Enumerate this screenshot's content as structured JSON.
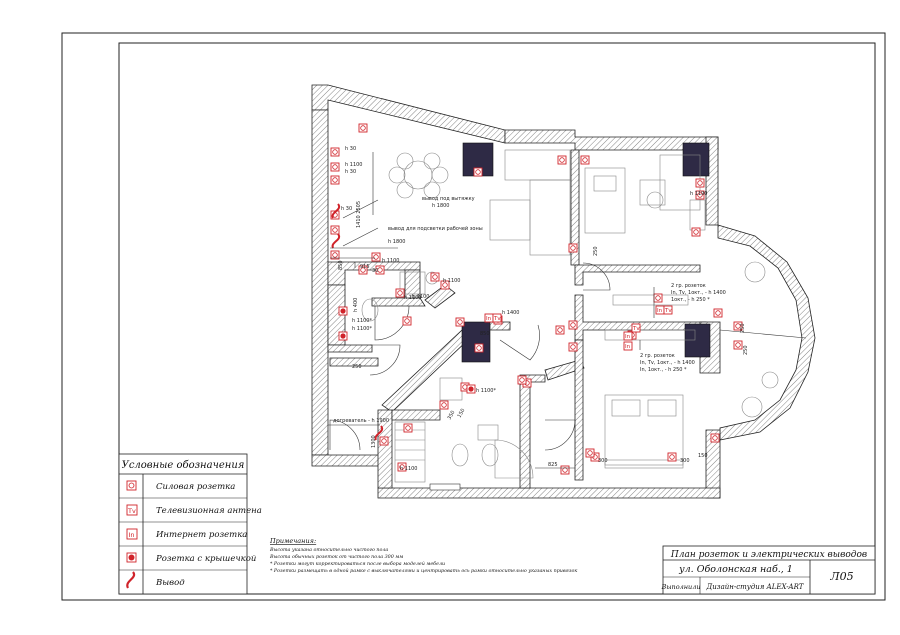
{
  "legend": {
    "title": "Условные обозначения",
    "items": [
      {
        "icon": "power-socket-icon",
        "label": "Силовая розетка"
      },
      {
        "icon": "tv-antenna-icon",
        "symbol": "Tv",
        "label": "Телевизионная антена"
      },
      {
        "icon": "internet-socket-icon",
        "symbol": "In",
        "label": "Интернет розетка"
      },
      {
        "icon": "covered-socket-icon",
        "label": "Розетка с крышечкой"
      },
      {
        "icon": "outlet-wire-icon",
        "label": "Вывод"
      }
    ]
  },
  "notes": {
    "title": "Примечания:",
    "lines": [
      "Высота указана относительно чистого пола",
      "Высота обычных розеток от чистого пола 300 мм",
      "*   Розетки могут корректироваться после выбора моделей мебели",
      "*   Розетки размещать в одной рамке с выключателями и центрировать ось рамки относительно указаных привязок"
    ]
  },
  "title_block": {
    "title": "План розеток и электрических выводов",
    "address": "ул. Оболонская наб., 1",
    "performed_label": "Выполнили",
    "studio": "Дизайн-студия ALEX-ART",
    "sheet": "Л05"
  },
  "plan_labels": {
    "hood": "вывод под вытяжку",
    "hood_h": "h 1800",
    "work_light": "вывод для подсветки рабочей зоны",
    "work_light_h": "h 1800",
    "h30": "h 30",
    "h1100a": "h 1100",
    "h30b": "h 30",
    "h30c": "h 30",
    "dims_left": "1410  2505",
    "d850": "850",
    "d915": "915",
    "d30": "30",
    "h1100b": "h 1100",
    "h1100c": "h 1100",
    "h1100d": "h 1100",
    "h1100e": "h 1100",
    "h400": "h 400",
    "h1100f": "h 1100*",
    "h1100g": "h 1100*",
    "d250a": "250",
    "d250b": "250",
    "h1400a": "h 1400",
    "d850b": "850",
    "h1100h": "h 1100*",
    "d350": "350",
    "d150": "150",
    "h1100i": "h 1100",
    "h1100j": "h 1100",
    "d1300": "1300",
    "h1190": "h 1190",
    "d250c": "250",
    "d250d": "250",
    "group1_title": "2 гр. розеток",
    "group1_l1": "In, Tv, 1окт., - h 1400",
    "group1_l2": "1окт., - h 250 *",
    "group2_title": "2 гр. розеток",
    "group2_l1": "In, Tv, 1окт., - h 1400",
    "group2_l2": "In, 1окт., - h 250 *",
    "d825": "825",
    "d300a": "300",
    "d300b": "300",
    "d150b": "150",
    "heater": "догреватель - h 1900"
  },
  "colors": {
    "socket": "#d0232a",
    "shaft": "#2e2a45"
  }
}
